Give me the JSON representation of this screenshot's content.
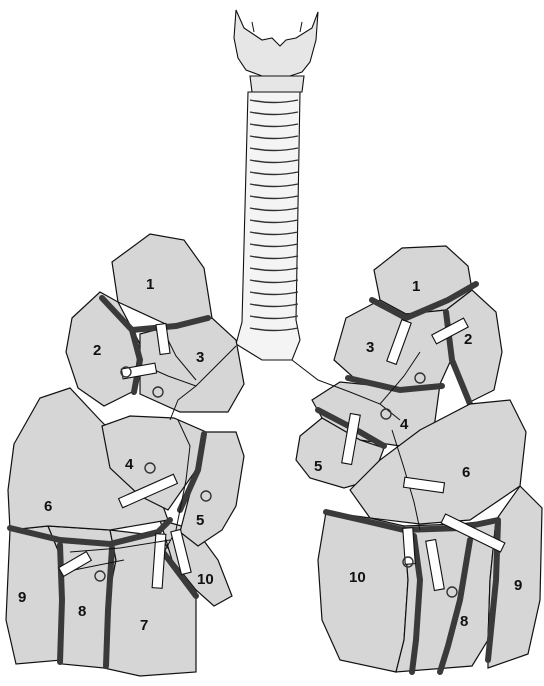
{
  "labels": {
    "right": [
      "1",
      "2",
      "3",
      "4",
      "5",
      "6",
      "7",
      "8",
      "9",
      "10"
    ],
    "left": [
      "1",
      "2",
      "3",
      "4",
      "5",
      "6",
      "8",
      "9",
      "10"
    ]
  },
  "colors": {
    "segment_fill": "#d6d6d6",
    "fissure": "#3a3a3a",
    "outline": "#111111"
  }
}
